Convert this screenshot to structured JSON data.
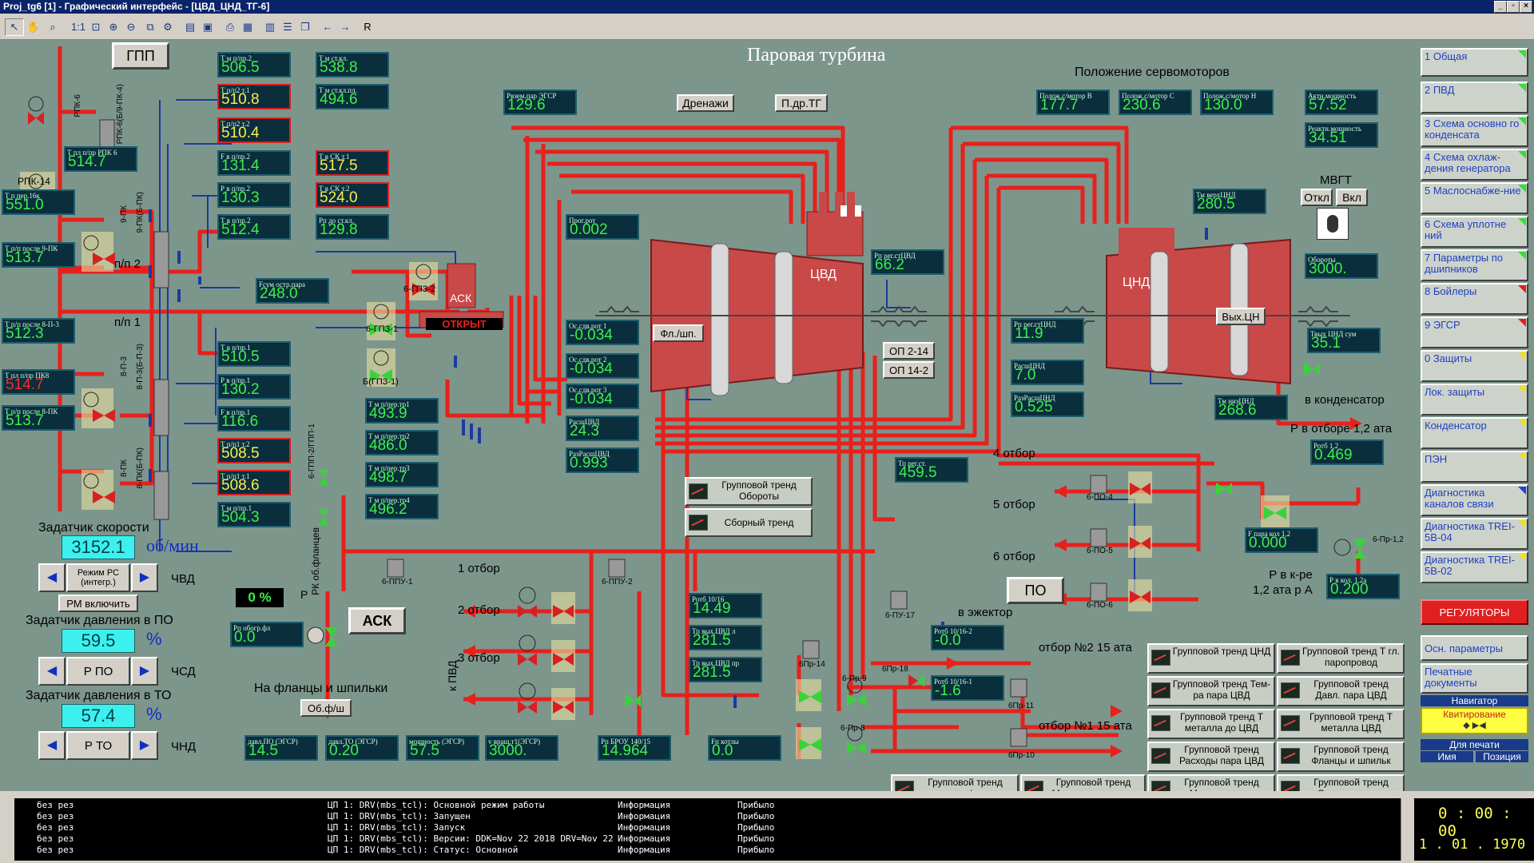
{
  "window": {
    "title": "Proj_tg6 [1] - Графический интерфейс - [ЦВД_ЦНД_ТГ-6]"
  },
  "toolbar": {
    "r_label": "R"
  },
  "mimic": {
    "title": "Паровая турбина",
    "servo_title": "Положение сервомоторов",
    "gpp_label": "ГПП",
    "drains_label": "Дренажи",
    "pdrtg_label": "П.др.ТГ",
    "ask_small": "АСК",
    "open_state": "ОТКРЫТ",
    "fl_label": "Фл./шп.",
    "vyxcn_label": "Вых.ЦН",
    "cvd_label": "ЦВД",
    "cnd_label": "ЦНД",
    "op1": "ОП 2-14",
    "op2": "ОП 14-2",
    "mvgt_label": "МВГТ",
    "off_label": "Откл",
    "on_label": "Вкл",
    "po_label": "ПО",
    "ask_button": "АСК",
    "pct_value": "0 %",
    "p_label": "Р",
    "flanges_text": "На фланцы и шпильки",
    "obfsh": "Об.ф/ш",
    "k_pvd": "к ПВД",
    "to_condenser": "в конденсатор",
    "to_ejector": "в эжектор",
    "otb2": "отбор №2 15 ата",
    "otb1": "отбор №1 15 ата",
    "r_otb": "Р в отборе 1,2 ата",
    "r_kre": "Р в к-ре\n1,2 ата р А",
    "pp2": "п/п 2",
    "pp1": "п/п 1",
    "rpk14": "РПК-14",
    "otbors": [
      "4 отбор",
      "5 отбор",
      "6 отбор"
    ],
    "left_otbors": [
      "1 отбор",
      "2 отбор",
      "3 отбор"
    ],
    "vertical_labels": {
      "rpk6": "РПК-6",
      "rpk6b": "РПК-6(Б/9-ПК-4)",
      "p9pk": "9-ПК",
      "p9pk_b": "9-ПК(Б-ПК)",
      "p8p3": "8-П-3",
      "p8p3b": "8-П-3(Б-П-3)",
      "p8pk": "8-ПК",
      "p8pk_b": "8-ПК(Б-ПК)",
      "rk_flan": "РК об.фланцев",
      "gpp2": "6-ГПП-2/ГПП-1"
    },
    "valve_tags": {
      "gpz2": "6-ГПЗ-2",
      "gpz1": "6-ГПЗ-1",
      "bgpz1": "Б(ГПЗ-1)",
      "ppu1": "6-ППУ-1",
      "ppu2": "6-ППУ-2",
      "pu17": "6-ПУ-17",
      "po4": "6-ПО-4",
      "po5": "6-ПО-5",
      "po6": "6-ПО-6",
      "pr14": "6Пр-14",
      "pr9": "6-Пр-9",
      "pr8": "6-Пр-8",
      "pr18": "6Пр-18",
      "pr11": "6Пр-11",
      "pr10": "6Пр-10",
      "pr12": "6-Пр-1,2"
    }
  },
  "indicators": {
    "t_mpr2": {
      "label": "Т м п/пр.2",
      "value": "506.5"
    },
    "t_pp2t1": {
      "label": "Т п/п2 т.1",
      "value": "510.8"
    },
    "t_pp2t2": {
      "label": "Т п/п2 т.2",
      "value": "510.4"
    },
    "f_pp2": {
      "label": "F в п/пр.2",
      "value": "131.4"
    },
    "p_pp2": {
      "label": "Р в п/пр.2",
      "value": "130.3"
    },
    "t_pp2": {
      "label": "Т в п/пр.2",
      "value": "512.4"
    },
    "t_stkl": {
      "label": "Т м ст.кл.",
      "value": "538.8"
    },
    "t_stklp": {
      "label": "Т м ст.кл.пл.",
      "value": "494.6"
    },
    "t_sk1": {
      "label": "Т в СК т.1",
      "value": "517.5"
    },
    "t_sk2": {
      "label": "Т в СК т.2",
      "value": "524.0"
    },
    "r_dostkl": {
      "label": "Рп до ст.кл.",
      "value": "129.8"
    },
    "r_egsr": {
      "label": "Рвзем.пар ЭГСР",
      "value": "129.6"
    },
    "f_sum": {
      "label": "Fсум остр.пара",
      "value": "248.0"
    },
    "t_rpk6": {
      "label": "Т пл п/пр РПК 6",
      "value": "514.7"
    },
    "t_per16": {
      "label": "Т п пер.16к",
      "value": "551.0"
    },
    "t_9pk": {
      "label": "Т п/п после 9-ПК",
      "value": "513.7"
    },
    "t_8p3": {
      "label": "Т п/п после 8-П-3",
      "value": "512.3"
    },
    "t_pk8": {
      "label": "Т пл п/пр ПК8",
      "value": "514.7"
    },
    "t_8pk": {
      "label": "Т п/п после 8-ПК",
      "value": "513.7"
    },
    "t_pp1": {
      "label": "Т в п/пр.1",
      "value": "510.5"
    },
    "p_pp1": {
      "label": "Р в п/пр.1",
      "value": "130.2"
    },
    "f_pp1": {
      "label": "F в п/пр.1",
      "value": "116.6"
    },
    "t_pp1t2": {
      "label": "Т п/п1 т.2",
      "value": "508.5"
    },
    "t_pp1t1": {
      "label": "Т п/п1 т.1",
      "value": "508.6"
    },
    "t_mpr1": {
      "label": "Т м п/пр.1",
      "value": "504.3"
    },
    "tr1": {
      "label": "Т м п/пер.тр1",
      "value": "493.9"
    },
    "tr2": {
      "label": "Т м п/пер.тр2",
      "value": "486.0"
    },
    "tr3": {
      "label": "Т м п/пер.тр3",
      "value": "498.7"
    },
    "tr4": {
      "label": "Т м п/пер.тр4",
      "value": "496.2"
    },
    "prog_rot": {
      "label": "Прог.рот",
      "value": "0.002"
    },
    "os1": {
      "label": "Ос.сдв.рот 1",
      "value": "-0.034"
    },
    "os2": {
      "label": "Ос.сдв.рот 2",
      "value": "-0.034"
    },
    "os3": {
      "label": "Ос.сдв.рот 3",
      "value": "-0.034"
    },
    "rasch_cvd": {
      "label": "РасшЦВД",
      "value": "24.3"
    },
    "razr_cvd": {
      "label": "РазРасшЦВД",
      "value": "0.993"
    },
    "r_regst_cvd": {
      "label": "Рп рег.стЦВД",
      "value": "66.2"
    },
    "servo_b": {
      "label": "Полож.с/мотор В",
      "value": "177.7"
    },
    "servo_c": {
      "label": "Полож.с/мотор С",
      "value": "230.6"
    },
    "servo_h": {
      "label": "Полож.с/мотор Н",
      "value": "130.0"
    },
    "act_pow": {
      "label": "Актн.мощность",
      "value": "57.52"
    },
    "react_pow": {
      "label": "Реактн.мощность",
      "value": "34.51"
    },
    "t_verh_cnd": {
      "label": "Тм верхЦНД",
      "value": "280.5"
    },
    "oboroty": {
      "label": "Обороты",
      "value": "3000."
    },
    "r_regst_cnd": {
      "label": "Рп рег.стЦНД",
      "value": "11.9"
    },
    "rasch_cnd": {
      "label": "РасшЦНД",
      "value": "7.0"
    },
    "razr_cnd": {
      "label": "РазРасшЦНД",
      "value": "0.525"
    },
    "t_vyx_cnd": {
      "label": "Твых ЦНД сум",
      "value": "35.1"
    },
    "t_niz_cnd": {
      "label": "Тм низЦНД",
      "value": "268.6"
    },
    "t_regst": {
      "label": "Тп рег.ст.",
      "value": "459.5"
    },
    "rotb12": {
      "label": "Ротб 1,2",
      "value": "0.469"
    },
    "f_kol12": {
      "label": "F пара кол 1,2",
      "value": "0.000"
    },
    "r_kol12a": {
      "label": "Р в кол. 1,2а",
      "value": "0.200"
    },
    "rotb1016": {
      "label": "Ротб 10/16",
      "value": "14.49"
    },
    "t_vyx_cvd_l": {
      "label": "Тп вых.ЦВД л",
      "value": "281.5"
    },
    "t_vyx_cvd_p": {
      "label": "Тп вых.ЦВД пр",
      "value": "281.5"
    },
    "rotb1016_2": {
      "label": "Ротб 10/16-2",
      "value": "-0.0"
    },
    "rotb1016_1": {
      "label": "Ротб 10/16-1",
      "value": "-1.6"
    },
    "r_obogr": {
      "label": "Рп обогр.фл",
      "value": "0.0"
    },
    "davl_po": {
      "label": "давл.ПО (ЭГСР)",
      "value": "14.5"
    },
    "davl_to": {
      "label": "давл.ТО (ЭГСР)",
      "value": "0.20"
    },
    "moshn": {
      "label": "мощность (ЭГСР)",
      "value": "57.5"
    },
    "v_vr": {
      "label": "v вращ.т1(ЭГСР)",
      "value": "3000."
    },
    "r_brou": {
      "label": "Рп БРОУ 140/15",
      "value": "14.964"
    },
    "f_kotly": {
      "label": "Fп котлы",
      "value": "0.0"
    }
  },
  "setters": {
    "speed": {
      "title": "Задатчик скорости",
      "value": "3152.1",
      "unit": "об/мин",
      "mode": "Режим РС (интегр.)",
      "tag": "ЧВД",
      "btn": "РМ включить"
    },
    "po": {
      "title": "Задатчик давления в ПО",
      "value": "59.5",
      "unit": "%",
      "mode": "Р ПО",
      "tag": "ЧСД"
    },
    "to": {
      "title": "Задатчик давления в ТО",
      "value": "57.4",
      "unit": "%",
      "mode": "Р ТО",
      "tag": "ЧНД"
    }
  },
  "trends": {
    "t1": "Групповой тренд Обороты",
    "t2": "Сборный тренд",
    "g1": "Групповой тренд ЦНД",
    "g2": "Групповой тренд Т гл. паропровод",
    "g3": "Групповой тренд Тем-ра пара ЦВД",
    "g4": "Групповой тренд Давл. пара ЦВД",
    "g5": "Групповой тренд Т металла до ЦВД",
    "g6": "Групповой тренд Т металла ЦВД",
    "g7": "Групповой тренд Расходы пара ЦВД",
    "g8": "Групповой тренд Фланцы и шпильк",
    "g9": "Групповой тренд темп. п/пара",
    "g10": "Групповой тренд Мощность,частота",
    "g11": "Групповой тренд Мех.величины",
    "g12": "Групповой тренд Осевые сдвиги"
  },
  "sidebar": {
    "items": [
      {
        "label": "1 Общая",
        "flag": "#3adb3a"
      },
      {
        "label": "2 ПВД",
        "flag": "#3adb3a"
      },
      {
        "label": "3 Схема основно го конденсата",
        "flag": "#3adb3a"
      },
      {
        "label": "4 Схема охлаж-дения генератора",
        "flag": "#3adb3a"
      },
      {
        "label": "5 Маслоснабже-ние",
        "flag": "#3adb3a"
      },
      {
        "label": "6 Схема уплотне ний",
        "flag": "#3adb3a"
      },
      {
        "label": "7 Параметры по дшипников",
        "flag": "#3adb3a"
      },
      {
        "label": "8 Бойлеры",
        "flag": "#e02020"
      },
      {
        "label": "9 ЭГСР",
        "flag": "#e02020"
      },
      {
        "label": "0 Защиты",
        "flag": "#f0e020"
      },
      {
        "label": "Лок. защиты",
        "flag": "#f0e020"
      },
      {
        "label": "Конденсатор",
        "flag": "#f0e020"
      },
      {
        "label": "ПЭН",
        "flag": "#f0e020"
      },
      {
        "label": "Диагностика каналов связи",
        "flag": "#2040e0"
      },
      {
        "label": "Диагностика TREI-5B-04",
        "flag": "#f0e020"
      },
      {
        "label": "Диагностика TREI-5B-02",
        "flag": "#f0e020"
      }
    ],
    "regulators": "РЕГУЛЯТОРЫ",
    "osn": "Осн. параметры",
    "print": "Печатные документы",
    "navigator": "Навигатор",
    "kvit": "Квитирование",
    "for_print": "Для печати",
    "name_col": "Имя",
    "pos_col": "Позиция"
  },
  "log": [
    {
      "c1": "без рез",
      "c2": "ЦП 1: DRV(mbs_tcl): Основной режим работы",
      "c3": "Информация",
      "c4": "Прибыло"
    },
    {
      "c1": "без рез",
      "c2": "ЦП 1: DRV(mbs_tcl): Запущен",
      "c3": "Информация",
      "c4": "Прибыло"
    },
    {
      "c1": "без рез",
      "c2": "ЦП 1: DRV(mbs_tcl): Запуск",
      "c3": "Информация",
      "c4": "Прибыло"
    },
    {
      "c1": "без рез",
      "c2": "ЦП 1: DRV(mbs_tcl): Версии: DDK=Nov 22 2018 DRV=Nov 22",
      "c3": "Информация",
      "c4": "Прибыло"
    },
    {
      "c1": "без рез",
      "c2": "ЦП 1: DRV(mbs_tcl): Статус: Основной",
      "c3": "Информация",
      "c4": "Прибыло"
    }
  ],
  "clock": {
    "time": "0 : 00 : 00",
    "date": "1 . 01 . 1970"
  },
  "colors": {
    "pipe": "#e8201c",
    "panel_bg": "#7d968c",
    "value_green": "#3cf04a",
    "value_alarm": "#ffeb4a"
  }
}
